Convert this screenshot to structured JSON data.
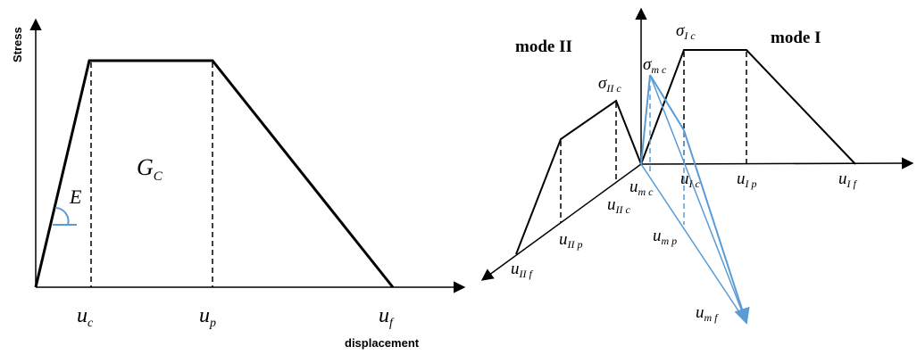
{
  "left_diagram": {
    "y_axis_label": "Stress",
    "x_axis_label": "displacement",
    "modulus_label": "E",
    "energy_label": {
      "main": "G",
      "sub": "C"
    },
    "x_marks": [
      {
        "main": "u",
        "sub": "c"
      },
      {
        "main": "u",
        "sub": "p"
      },
      {
        "main": "u",
        "sub": "f"
      }
    ]
  },
  "right_diagram": {
    "mode_two_title": "mode II",
    "mode_one_title": "mode I",
    "stress_labels": {
      "sigma_Ic": {
        "main": "σ",
        "sub1": "I",
        "sub2": "c"
      },
      "sigma_IIc": {
        "main": "σ",
        "sub1": "II",
        "sub2": "c"
      },
      "sigma_mc": {
        "main": "σ",
        "sub1": "m",
        "sub2": "c"
      }
    },
    "displacement_labels": {
      "u_mc": {
        "main": "u",
        "sub1": "m",
        "sub2": "c"
      },
      "u_Ic": {
        "main": "u",
        "sub1": "I",
        "sub2": "c"
      },
      "u_Ip": {
        "main": "u",
        "sub1": "I",
        "sub2": "p"
      },
      "u_If": {
        "main": "u",
        "sub1": "I",
        "sub2": "f"
      },
      "u_IIc": {
        "main": "u",
        "sub1": "II",
        "sub2": "c"
      },
      "u_IIp": {
        "main": "u",
        "sub1": "II",
        "sub2": "p"
      },
      "u_IIf": {
        "main": "u",
        "sub1": "II",
        "sub2": "f"
      },
      "u_mp": {
        "main": "u",
        "sub1": "m",
        "sub2": "p"
      },
      "u_mf": {
        "main": "u",
        "sub1": "m",
        "sub2": "f"
      }
    },
    "colors": {
      "mixed_mode": "#5b9bd5",
      "modes": "#000000"
    }
  }
}
